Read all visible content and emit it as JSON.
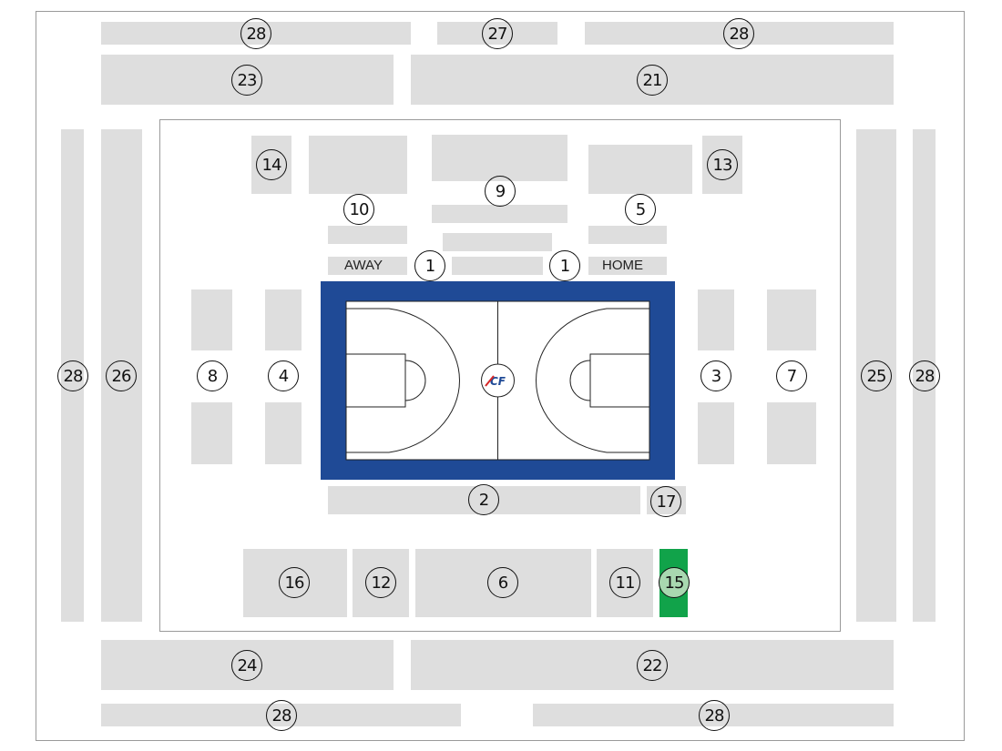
{
  "labels": {
    "away": "AWAY",
    "home": "HOME",
    "court_logo": "CF"
  },
  "sections": {
    "s1": "1",
    "s2": "2",
    "s3": "3",
    "s4": "4",
    "s5": "5",
    "s6": "6",
    "s7": "7",
    "s8": "8",
    "s9": "9",
    "s10": "10",
    "s11": "11",
    "s12": "12",
    "s13": "13",
    "s14": "14",
    "s15": "15",
    "s16": "16",
    "s17": "17",
    "s21": "21",
    "s22": "22",
    "s23": "23",
    "s24": "24",
    "s25": "25",
    "s26": "26",
    "s27": "27",
    "s28": "28"
  },
  "colors": {
    "block": "#dedede",
    "court_border": "#1f4a96",
    "court_floor": "#ffffff",
    "highlight_section": "#11a34a",
    "frame": "#9a9a9a"
  }
}
